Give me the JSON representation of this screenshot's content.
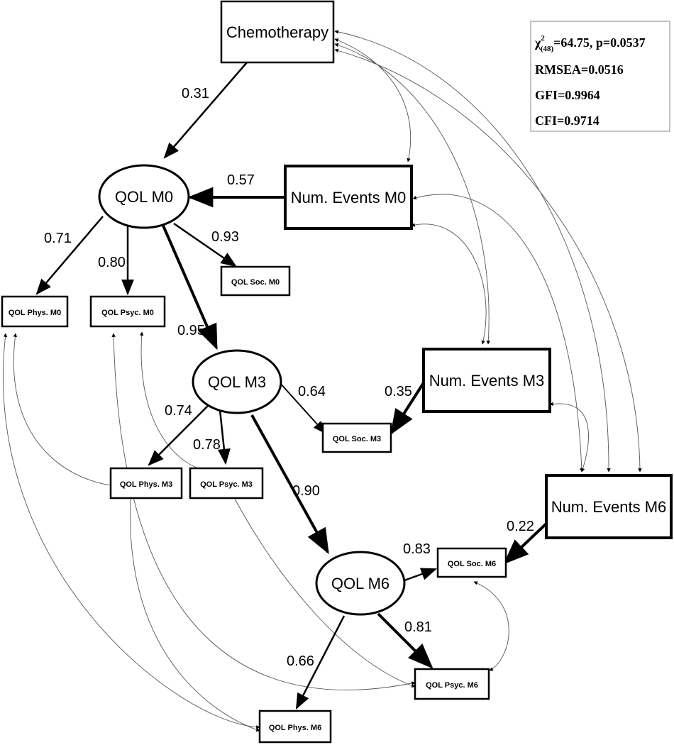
{
  "nodes": {
    "chemo": "Chemotherapy",
    "qol_m0": "QOL M0",
    "qol_m3": "QOL M3",
    "qol_m6": "QOL M6",
    "events_m0": "Num. Events M0",
    "events_m3": "Num. Events M3",
    "events_m6": "Num. Events M6",
    "phys_m0": "QOL Phys. M0",
    "psyc_m0": "QOL Psyc. M0",
    "soc_m0": "QOL Soc. M0",
    "phys_m3": "QOL Phys. M3",
    "psyc_m3": "QOL Psyc. M3",
    "soc_m3": "QOL Soc. M3",
    "phys_m6": "QOL Phys. M6",
    "psyc_m6": "QOL Psyc. M6",
    "soc_m6": "QOL Soc. M6"
  },
  "coefficients": {
    "chemo_qol_m0": "0.31",
    "events_m0_qol_m0": "0.57",
    "qol_m0_phys": "0.71",
    "qol_m0_psyc": "0.80",
    "qol_m0_soc": "0.93",
    "qol_m0_qol_m3": "0.95",
    "qol_m3_phys": "0.74",
    "qol_m3_psyc": "0.78",
    "qol_m3_soc": "0.64",
    "events_m3_soc_m3": "0.35",
    "qol_m3_qol_m6": "0.90",
    "qol_m6_soc": "0.83",
    "events_m6_soc_m6": "0.22",
    "qol_m6_psyc": "0.81",
    "qol_m6_phys": "0.66"
  },
  "fit_stats": {
    "chi_symbol": "χ",
    "chi_sup": "2",
    "chi_sub": "(48)",
    "chi_value": "=64.75, p=0.0537",
    "rmsea": "RMSEA=0.0516",
    "gfi": "GFI=0.9964",
    "cfi": "CFI=0.9714"
  }
}
